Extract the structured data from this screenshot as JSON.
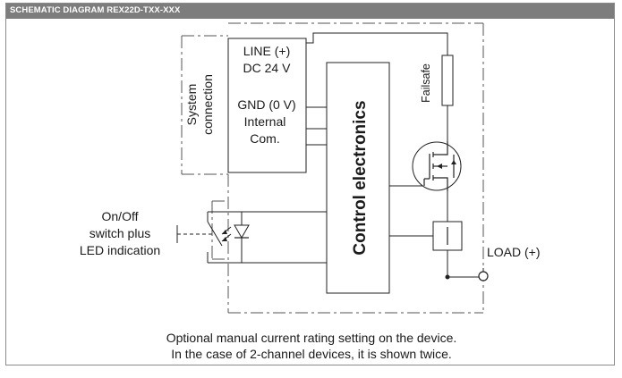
{
  "header": {
    "title": "SCHEMATIC DIAGRAM REX22D-TXX-XXX"
  },
  "system_connection": {
    "line1": "System",
    "line2": "connection"
  },
  "terminals": {
    "line_plus": "LINE (+)",
    "dc_24v": "DC 24 V",
    "gnd": "GND (0 V)",
    "internal": "Internal",
    "com": "Com."
  },
  "control_electronics": "Control electronics",
  "failsafe": "Failsafe",
  "switch_label": {
    "line1": "On/Off",
    "line2": "switch plus",
    "line3": "LED indication"
  },
  "load_label": "LOAD (+)",
  "footnote": {
    "line1": "Optional manual current rating setting on the device.",
    "line2": "In the case of 2-channel devices, it is shown twice."
  }
}
